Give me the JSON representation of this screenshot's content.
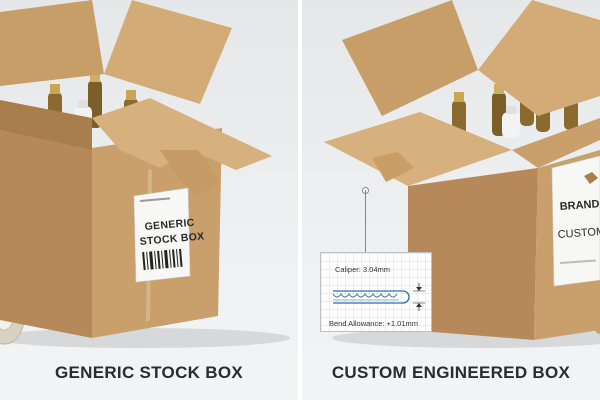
{
  "left_panel": {
    "caption": "GENERIC STOCK BOX",
    "label_line1": "GENERIC",
    "label_line2": "STOCK BOX"
  },
  "right_panel": {
    "caption": "CUSTOM ENGINEERED BOX",
    "label_brand": "BRAND",
    "label_product": "CUSTOM ENGINEER",
    "spec_card": {
      "caliper": "Caliper: 3.04mm",
      "bend_allowance": "Bend Allowance: +1.01mm"
    }
  },
  "colors": {
    "cardboard": "#c9a06c",
    "cardboard_dark": "#a97e4d",
    "background": "#eceef0",
    "caption_text": "#2b2b2b"
  }
}
